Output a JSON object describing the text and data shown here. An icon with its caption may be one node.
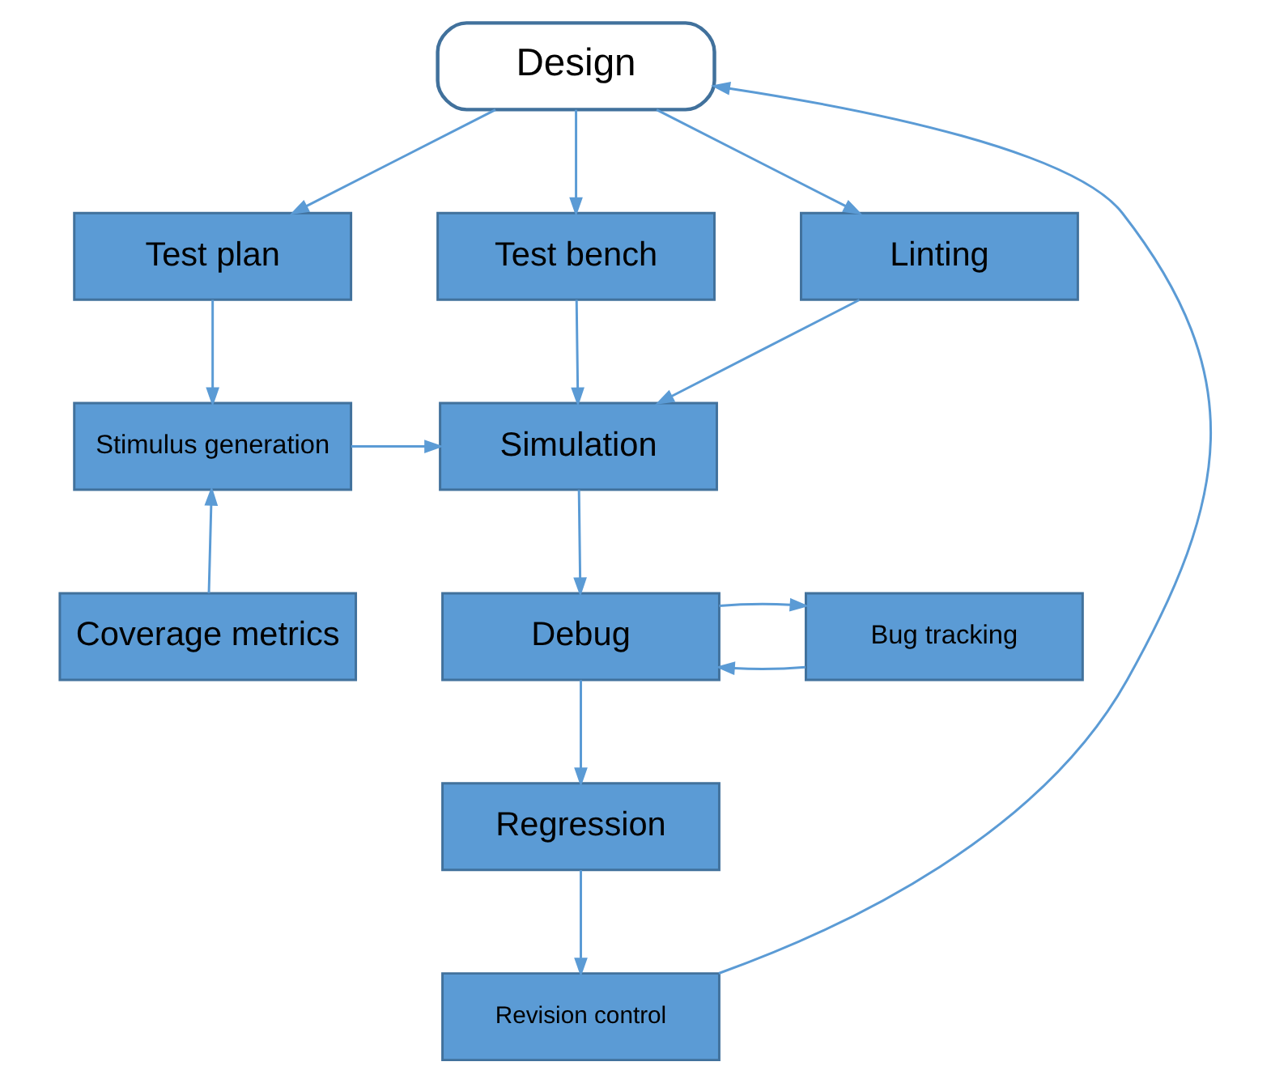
{
  "diagram": {
    "nodes": [
      {
        "text": [
          "Design"
        ]
      },
      {
        "text": [
          "Test plan"
        ]
      },
      {
        "text": [
          "Test bench"
        ]
      },
      {
        "text": [
          "Linting"
        ]
      },
      {
        "text": [
          "Stimulus generation"
        ]
      },
      {
        "text": [
          "Simulation"
        ]
      },
      {
        "text": [
          "Coverage metrics"
        ]
      },
      {
        "text": [
          "Debug"
        ]
      },
      {
        "text": [
          "Bug tracking"
        ]
      },
      {
        "text": [
          "Regression"
        ]
      },
      {
        "text": [
          "Revision control"
        ]
      }
    ],
    "edges": [
      {
        "from": 0,
        "to": 1,
        "arrow": "to"
      },
      {
        "from": 0,
        "to": 2,
        "arrow": "to"
      },
      {
        "from": 0,
        "to": 3,
        "arrow": "to"
      },
      {
        "from": 1,
        "to": 4,
        "arrow": "to"
      },
      {
        "from": 2,
        "to": 5,
        "arrow": "to"
      },
      {
        "from": 3,
        "to": 5,
        "arrow": "to"
      },
      {
        "from": 4,
        "to": 5,
        "arrow": "to"
      },
      {
        "from": 6,
        "to": 4,
        "arrow": "to"
      },
      {
        "from": 5,
        "to": 7,
        "arrow": "to"
      },
      {
        "from": 8,
        "to": 7,
        "arrow": "to"
      },
      {
        "from": 7,
        "to": 8,
        "arrow": "to"
      },
      {
        "from": 7,
        "to": 9,
        "arrow": "to"
      },
      {
        "from": 9,
        "to": 10,
        "arrow": "to"
      },
      {
        "from": 10,
        "to": 0,
        "arrow": "to"
      }
    ]
  }
}
